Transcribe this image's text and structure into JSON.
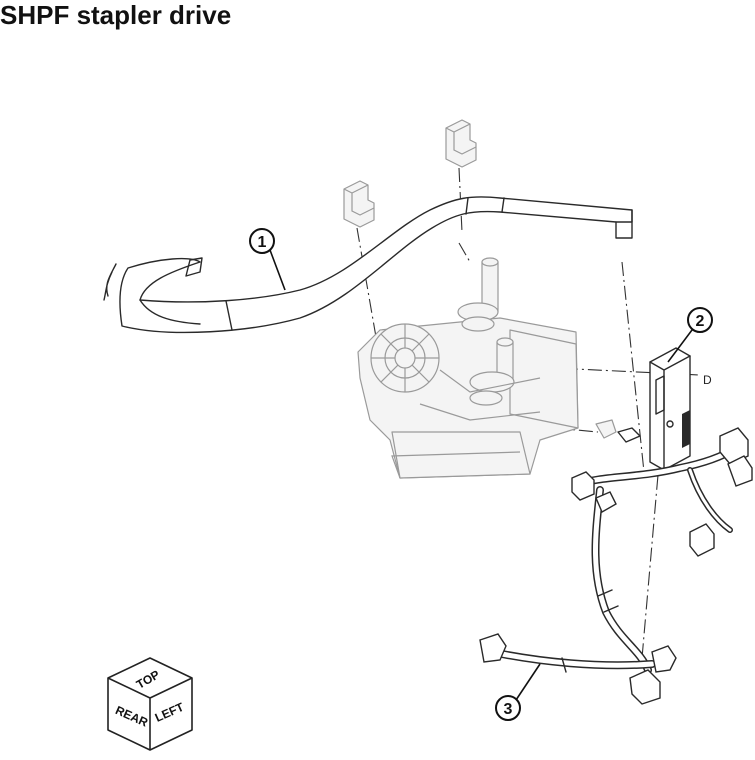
{
  "title": "SHPF stapler drive",
  "callouts": [
    {
      "number": "1"
    },
    {
      "number": "2"
    },
    {
      "number": "3"
    }
  ],
  "connection_label": "D",
  "orientation_cube": {
    "top": "TOP",
    "rear": "REAR",
    "left": "LEFT"
  }
}
